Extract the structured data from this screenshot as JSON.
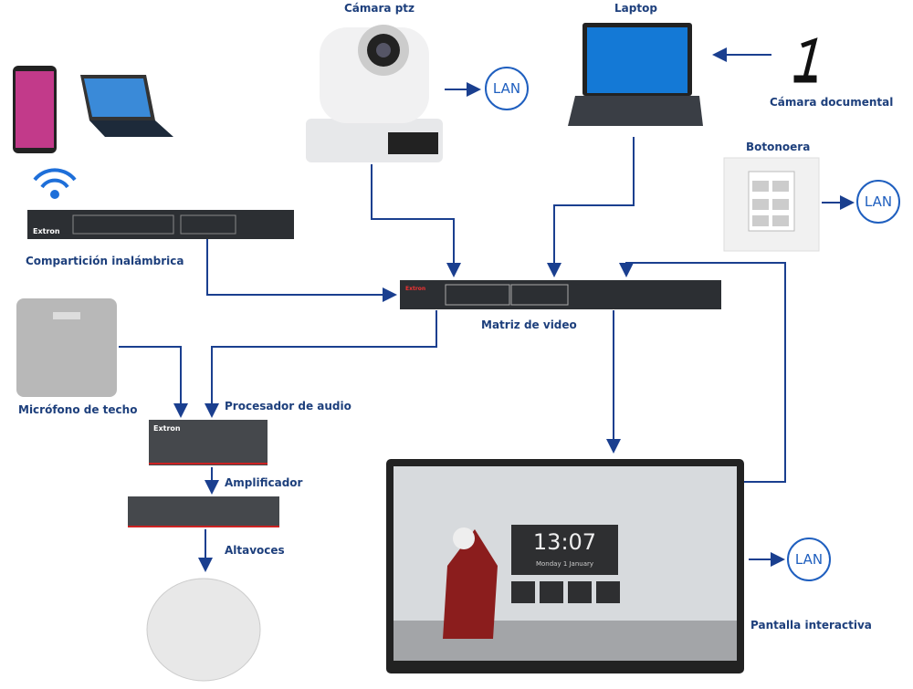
{
  "colors": {
    "connector": "#1a3f8f",
    "lan": "#1f5fbf",
    "label": "#1d3f7c"
  },
  "labels": {
    "ptz_camera": "Cámara ptz",
    "laptop": "Laptop",
    "doc_camera": "Cámara documental",
    "button_panel": "Botonoera",
    "wireless_sharing": "Compartición inalámbrica",
    "video_matrix": "Matriz de video",
    "ceiling_mic": "Micrófono de techo",
    "audio_processor": "Procesador de audio",
    "amplifier": "Amplificador",
    "speakers": "Altavoces",
    "interactive_display": "Pantalla interactiva"
  },
  "lan": {
    "label": "LAN"
  },
  "brand": "Extron",
  "display_screen": {
    "time": "13:07",
    "date": "Monday 1 January"
  }
}
